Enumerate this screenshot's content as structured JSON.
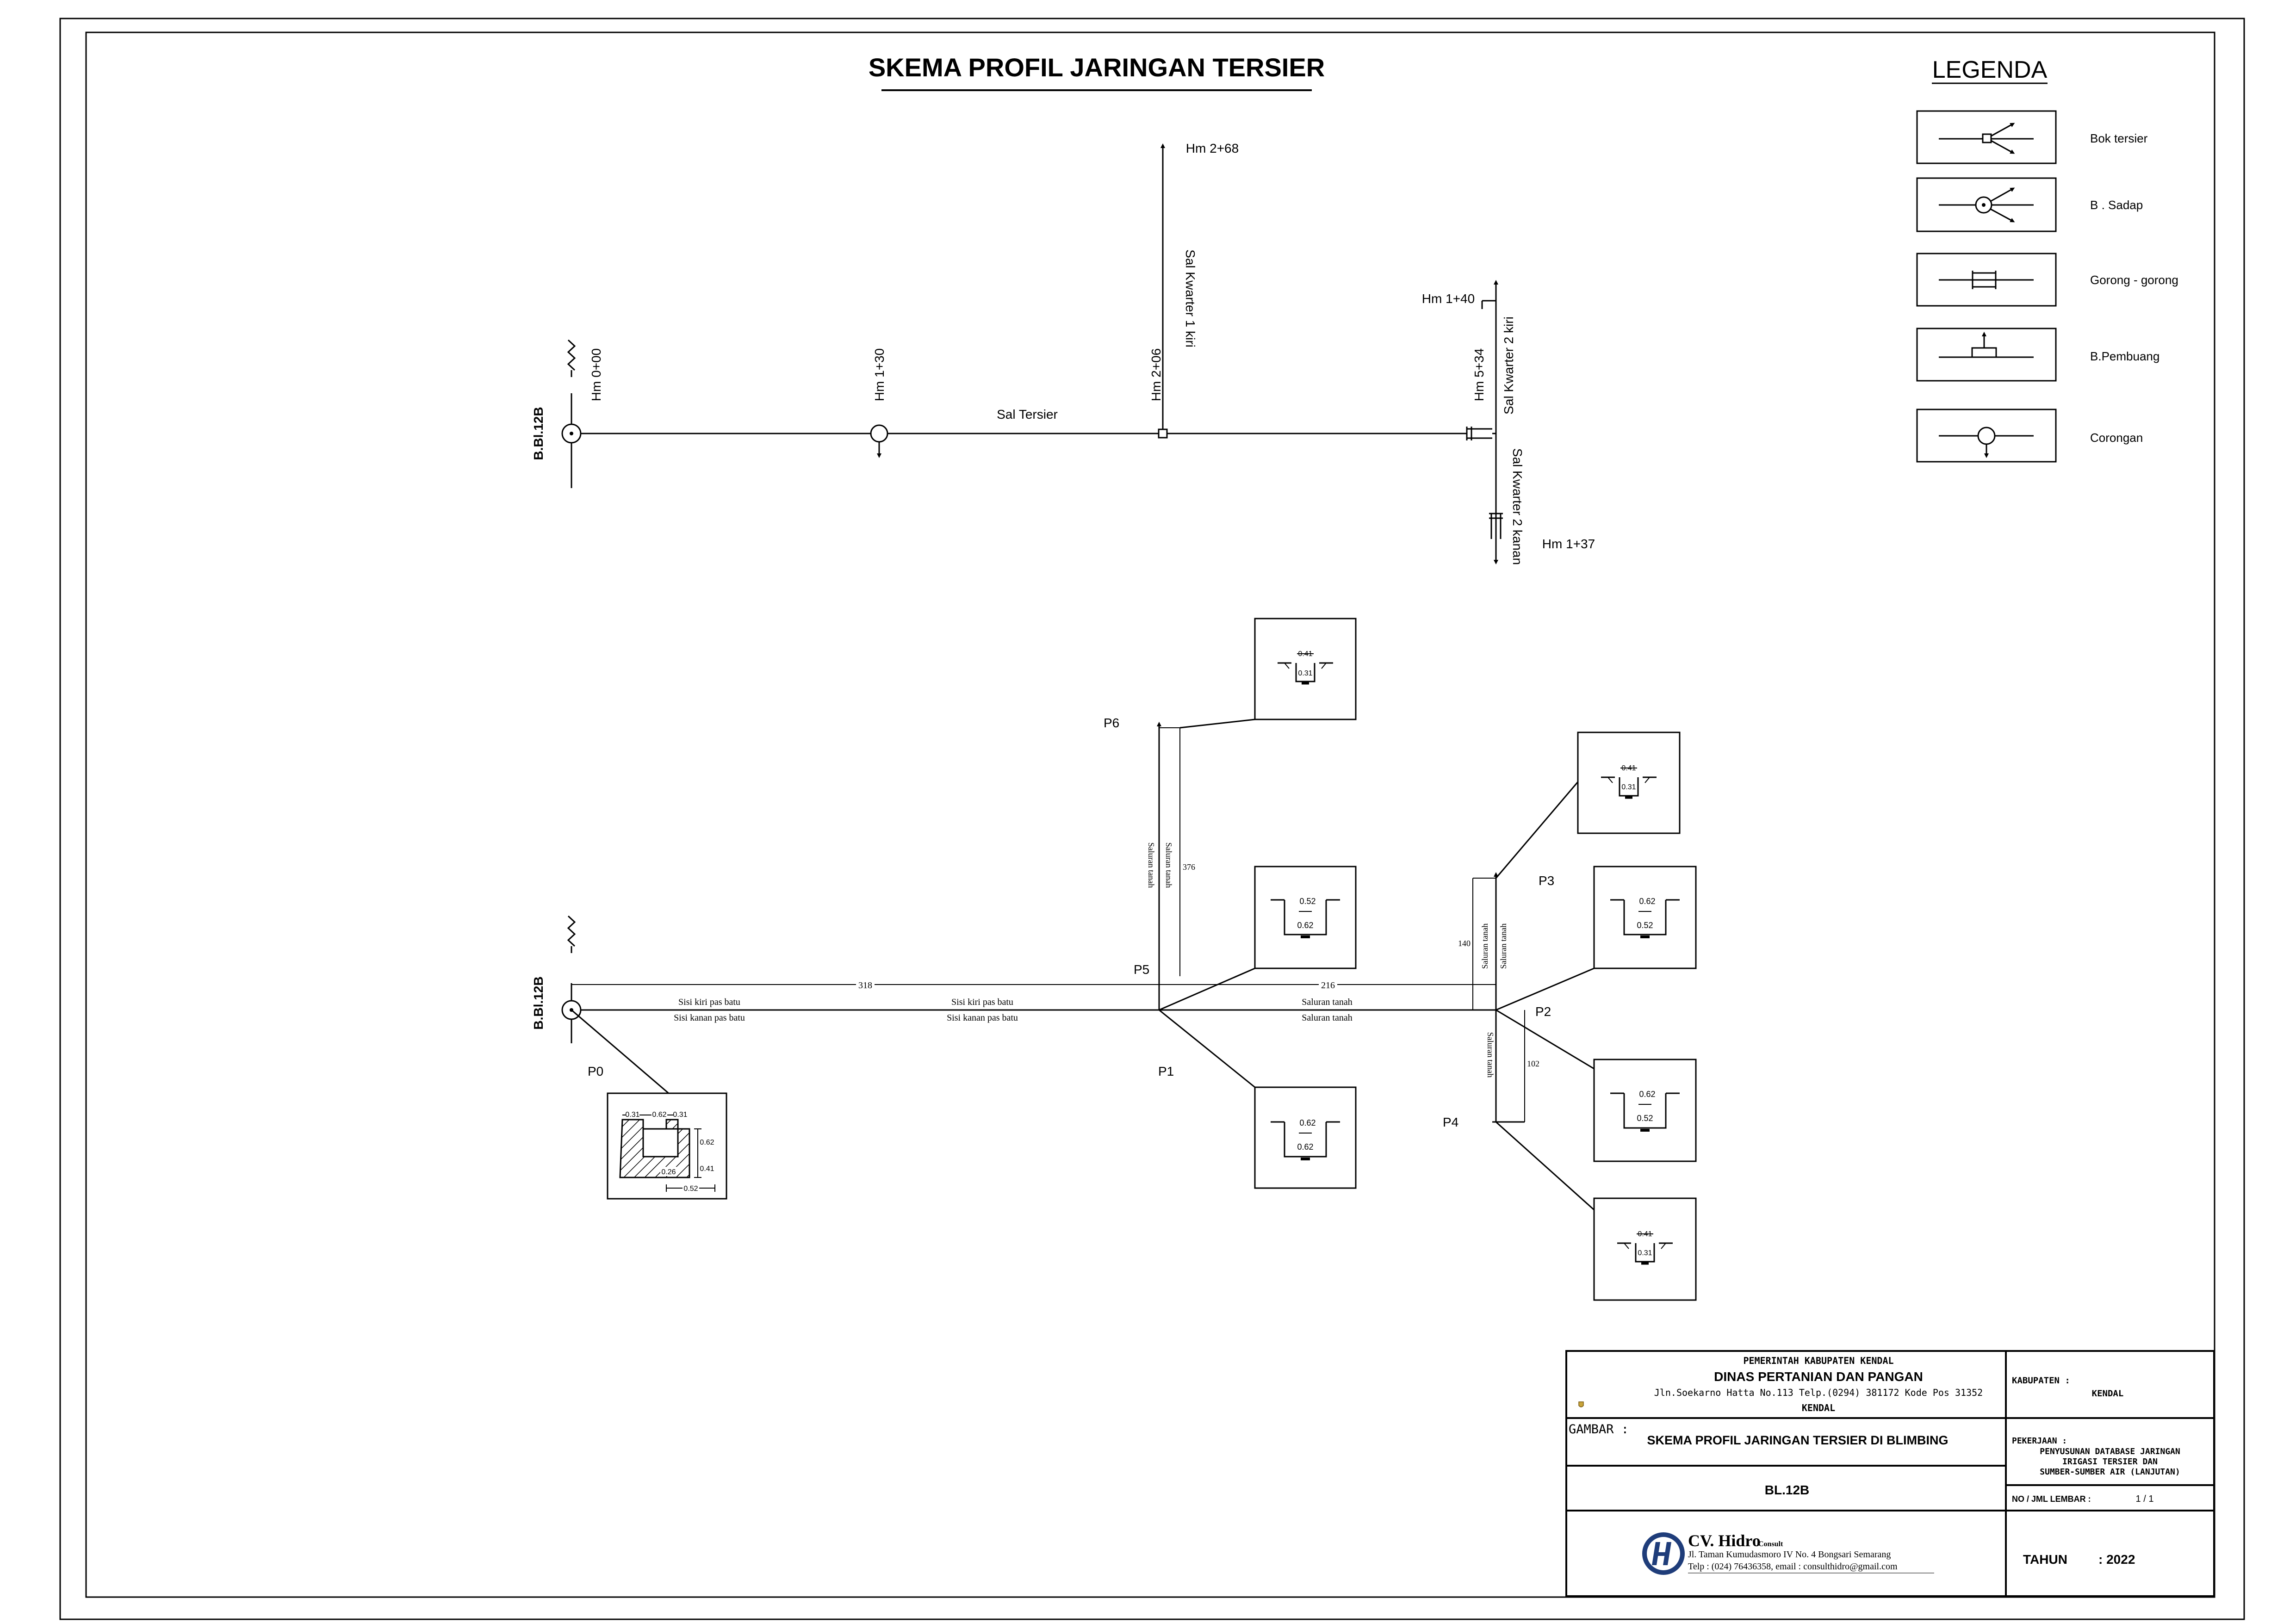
{
  "title": "SKEMA PROFIL JARINGAN TERSIER",
  "legend": {
    "heading": "LEGENDA",
    "items": [
      {
        "label": "Bok tersier",
        "icon": "bok-tersier-icon"
      },
      {
        "label": "B . Sadap",
        "icon": "bangunan-sadap-icon"
      },
      {
        "label": "Gorong - gorong",
        "icon": "gorong-gorong-icon"
      },
      {
        "label": "B.Pembuang",
        "icon": "bangunan-pembuang-icon"
      },
      {
        "label": "Corongan",
        "icon": "corongan-icon"
      }
    ]
  },
  "scheme": {
    "source_label": "B.Bl.12B",
    "main_channel": "Sal Tersier",
    "hm_0": "Hm 0+00",
    "hm_130": "Hm 1+30",
    "hm_206": "Hm 2+06",
    "hm_534": "Hm 5+34",
    "kw1_name": "Sal Kwarter 1 kiri",
    "kw1_end": "Hm 2+68",
    "kw2l_name": "Sal Kwarter 2 kiri",
    "kw2l_end": "Hm 1+40",
    "kw2r_name": "Sal Kwarter 2 kanan",
    "kw2r_end": "Hm 1+37"
  },
  "profile": {
    "source_label": "B.Bl.12B",
    "points": {
      "p0": "P0",
      "p1": "P1",
      "p2": "P2",
      "p3": "P3",
      "p4": "P4",
      "p5": "P5",
      "p6": "P6"
    },
    "lengths": {
      "seg1": "318",
      "seg2": "216",
      "branch_p6": "376",
      "branch_p3": "140",
      "branch_p4": "102"
    },
    "labels": {
      "sisi_kiri": "Sisi kiri pas batu",
      "sisi_kanan": "Sisi kanan pas batu",
      "saluran_tanah": "Saluran tanah"
    },
    "sections": {
      "p0": {
        "b1": "0.31",
        "b2": "0.62",
        "b3": "0.31",
        "h1": "0.62",
        "h2": "0.41",
        "t": "0.26",
        "base": "0.52"
      },
      "p6": {
        "top": "0.41",
        "depth": "0.31"
      },
      "p5": {
        "top": "0.52",
        "depth": "0.62"
      },
      "p1": {
        "top": "0.62",
        "depth": "0.62"
      },
      "p3a": {
        "top": "0.41",
        "depth": "0.31"
      },
      "p3b": {
        "top": "0.62",
        "depth": "0.52"
      },
      "p2": {
        "top": "0.62",
        "depth": "0.52"
      },
      "p4": {
        "top": "0.41",
        "depth": "0.31"
      }
    }
  },
  "title_block": {
    "gov": "PEMERINTAH KABUPATEN KENDAL",
    "dept": "DINAS PERTANIAN DAN PANGAN",
    "address": "Jln.Soekarno Hatta No.113 Telp.(0294) 381172 Kode Pos 31352",
    "city": "KENDAL",
    "kabupaten_label": "KABUPATEN :",
    "kabupaten_value": "KENDAL",
    "gambar_label": "GAMBAR :",
    "gambar_value": "SKEMA PROFIL JARINGAN TERSIER DI BLIMBING",
    "pekerjaan_label": "PEKERJAAN :",
    "pekerjaan_l1": "PENYUSUNAN DATABASE JARINGAN",
    "pekerjaan_l2": "IRIGASI TERSIER DAN",
    "pekerjaan_l3": "SUMBER-SUMBER AIR (LANJUTAN)",
    "code": "BL.12B",
    "lembar_label": "NO / JML LEMBAR :",
    "lembar_value": "1 / 1",
    "consultant_name": "CV. Hidro",
    "consultant_suffix": "Consult",
    "consultant_addr": "Jl. Taman Kumudasmoro IV No. 4 Bongsari Semarang",
    "consultant_contact": "Telp : (024) 76436358, email : consulthidro@gmail.com",
    "tahun_label": "TAHUN",
    "tahun_value": ": 2022"
  },
  "colors": {
    "line": "#000000",
    "logo": "#1f3d7a",
    "emblem": "#c8a43a"
  }
}
